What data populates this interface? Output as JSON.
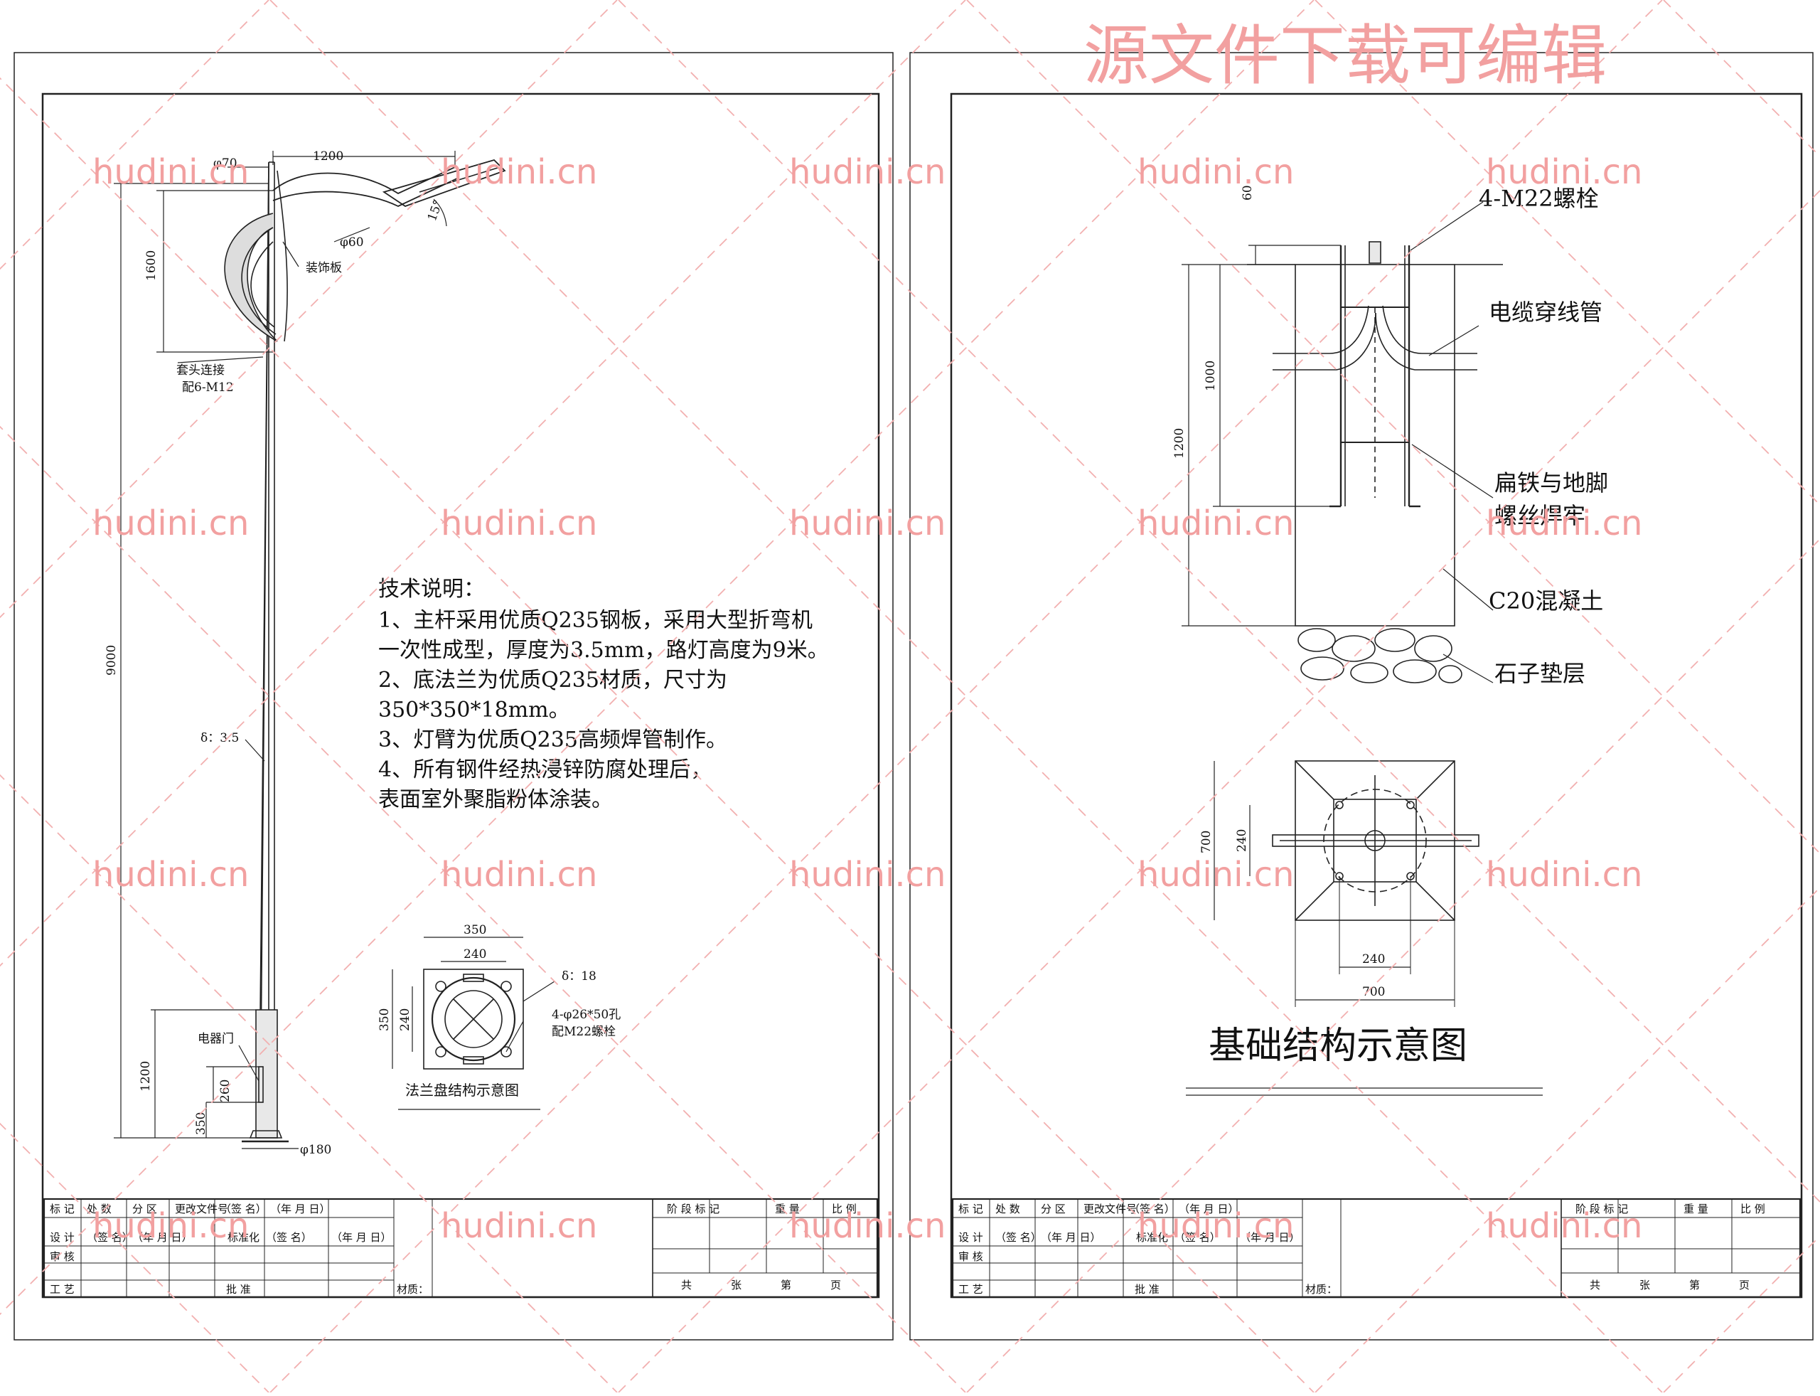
{
  "watermark": {
    "banner": "源文件下载可编辑",
    "site": "hudini.cn"
  },
  "left_sheet": {
    "pole": {
      "dims": {
        "top_dia": "φ70",
        "arm_len": "1200",
        "arm_dia": "φ60",
        "angle": "15°",
        "arm_height": "1600",
        "total_height": "9000",
        "base_height": "1200",
        "door_height": "260",
        "door_offset": "350",
        "base_dia": "φ180",
        "thickness": "δ：3.5"
      },
      "labels": {
        "decor_plate": "装饰板",
        "joint_1": "套头连接",
        "joint_2": "配6-M12",
        "electric_door": "电器门"
      }
    },
    "tech_notes": {
      "title": "技术说明：",
      "lines": [
        "1、主杆采用优质Q235钢板，采用大型折弯机",
        "一次性成型，厚度为3.5mm，路灯高度为9米。",
        "2、底法兰为优质Q235材质，尺寸为",
        "350*350*18mm。",
        "3、灯臂为优质Q235高频焊管制作。",
        "4、所有钢件经热浸锌防腐处理后，",
        "表面室外聚脂粉体涂装。"
      ]
    },
    "flange": {
      "outer": "350",
      "inner": "240",
      "side_outer": "350",
      "side_inner": "240",
      "thickness": "δ：18",
      "holes_1": "4-φ26*50孔",
      "holes_2": "配M22螺栓",
      "caption": "法兰盘结构示意图"
    }
  },
  "right_sheet": {
    "section": {
      "dim_60": "60",
      "dim_1000": "1000",
      "dim_1200": "1200",
      "labels": {
        "bolts": "4-M22螺栓",
        "cable_pipe": "电缆穿线管",
        "weld_1": "扁铁与地脚",
        "weld_2": "螺丝焊牢",
        "concrete": "C20混凝土",
        "gravel": "石子垫层"
      }
    },
    "plan": {
      "side_outer": "700",
      "side_inner": "240",
      "bottom_inner": "240",
      "bottom_outer": "700"
    },
    "title": "基础结构示意图"
  },
  "title_block": {
    "row1": [
      "标 记",
      "处 数",
      "分 区",
      "更改文件号",
      "（签 名）",
      "（年 月 日）"
    ],
    "row2": [
      "设 计",
      "（签 名）",
      "（年 月 日）",
      "标准化",
      "（签 名）",
      "（年 月 日）"
    ],
    "row3": [
      "审 核"
    ],
    "row4": [
      "工 艺",
      "批 准"
    ],
    "stage_mark": "阶 段 标 记",
    "weight": "重 量",
    "scale": "比 例",
    "material": "材质：",
    "sheets": [
      "共",
      "张",
      "第",
      "页"
    ]
  }
}
